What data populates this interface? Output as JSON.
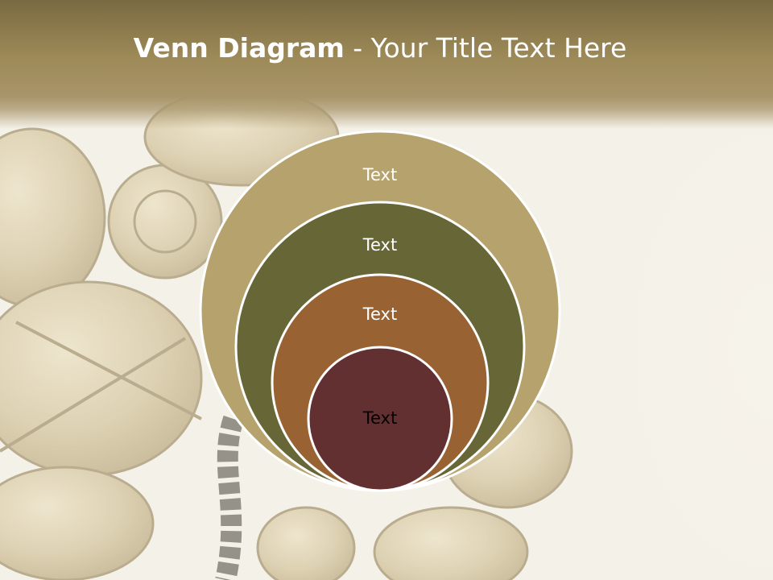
{
  "slide": {
    "title_bold": "Venn Diagram",
    "title_rest": " - Your Title Text Here"
  },
  "diagram": {
    "type": "nested-circles",
    "circles": [
      {
        "label": "Text",
        "color": "#b5a26c"
      },
      {
        "label": "Text",
        "color": "#676636"
      },
      {
        "label": "Text",
        "color": "#996233"
      },
      {
        "label": "Text",
        "color": "#633031"
      }
    ],
    "outline_color": "#ffffff"
  },
  "colors": {
    "header": "#8f7d4e",
    "background": "#f4f1e8",
    "title_text": "#ffffff",
    "label_text_light": "#ffffff",
    "label_text_dark": "#000000"
  }
}
